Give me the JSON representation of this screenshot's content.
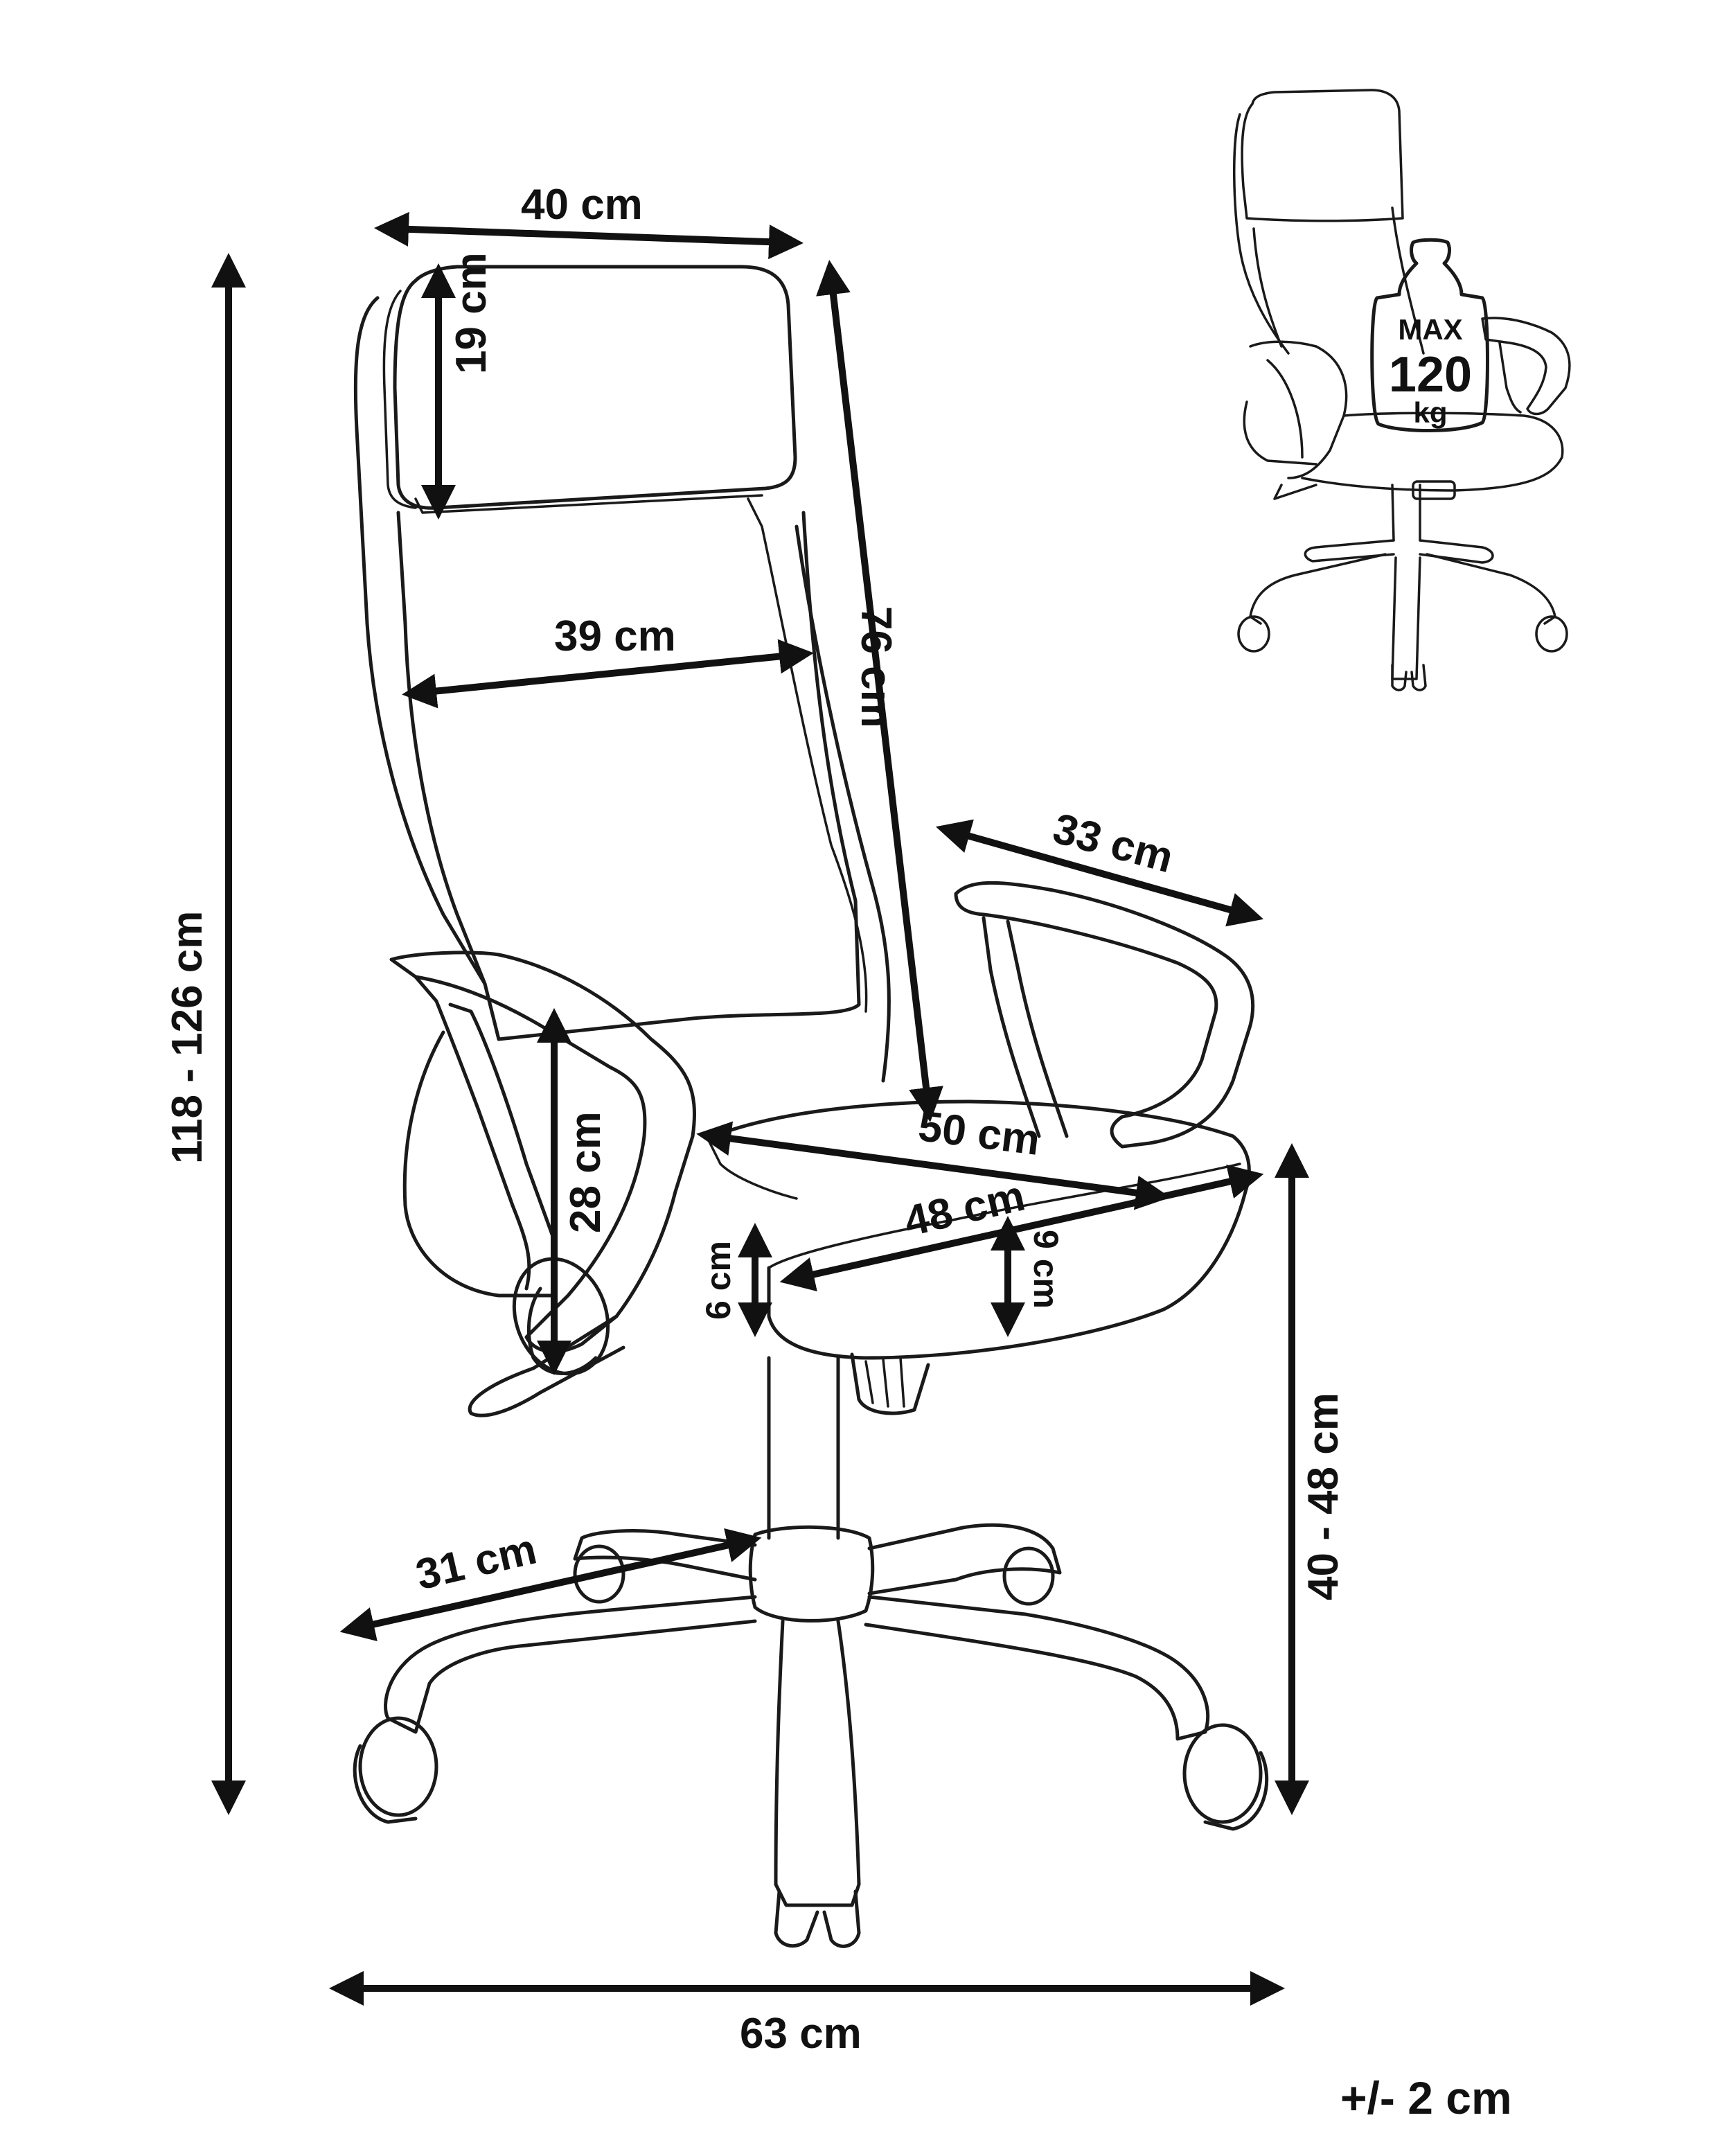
{
  "dimensions": {
    "headrest_width": "40 cm",
    "headrest_height": "19 cm",
    "backrest_width": "39 cm",
    "backrest_height": "76 cm",
    "total_height": "118 - 126 cm",
    "armrest_length": "33 cm",
    "armrest_height": "28 cm",
    "seat_depth": "50 cm",
    "seat_width": "48 cm",
    "seat_thickness_front": "6 cm",
    "seat_thickness_back": "9 cm",
    "seat_height": "40 - 48 cm",
    "leg_length": "31 cm",
    "base_width": "63 cm"
  },
  "badge": {
    "max": "MAX",
    "value": "120",
    "unit": "kg"
  },
  "tolerance": "+/- 2 cm",
  "colors": {
    "line": "#1a1a1a",
    "background": "#ffffff"
  }
}
